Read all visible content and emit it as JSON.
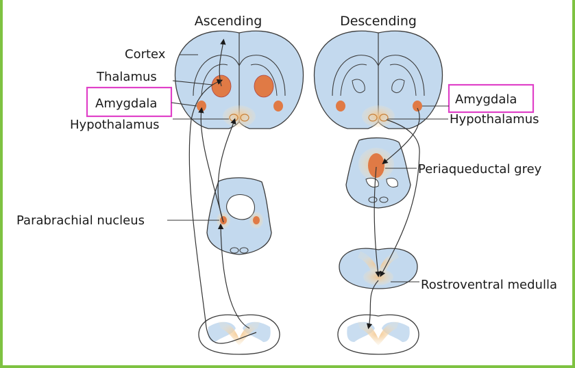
{
  "columns": {
    "ascending": "Ascending",
    "descending": "Descending"
  },
  "labels": {
    "cortex": "Cortex",
    "thalamus": "Thalamus",
    "amygdala_left": "Amygdala",
    "hypothalamus_left": "Hypothalamus",
    "parabrachial": "Parabrachial nucleus",
    "amygdala_right": "Amygdala",
    "hypothalamus_right": "Hypothalamus",
    "periaqueductal": "Periaqueductal grey",
    "rostroventral": "Rostroventral medulla"
  },
  "colors": {
    "frame": "#7ec242",
    "highlight": "#e040c8",
    "tissue": "#c3d9ee",
    "nucleus": "#e07a45",
    "nucleus_glow": "#f6d7a4"
  }
}
